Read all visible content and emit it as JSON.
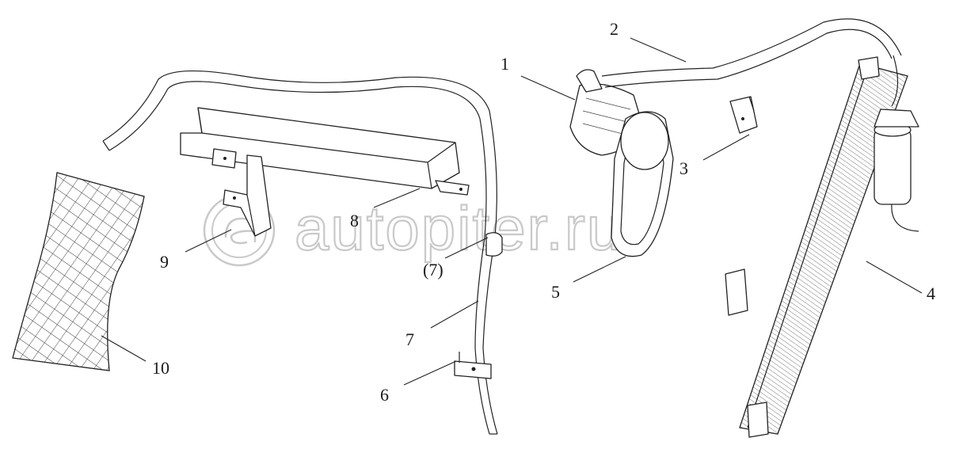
{
  "watermark": {
    "text": "autopiter.ru",
    "logo_icon": "autopiter-a-logo-icon",
    "color": "#c9c9c9"
  },
  "callouts": {
    "c1": "1",
    "c2": "2",
    "c3": "3",
    "c4": "4",
    "c5": "5",
    "c6": "6",
    "c7": "7",
    "c7_ref": "(7)",
    "c8": "8",
    "c9": "9",
    "c10": "10"
  }
}
